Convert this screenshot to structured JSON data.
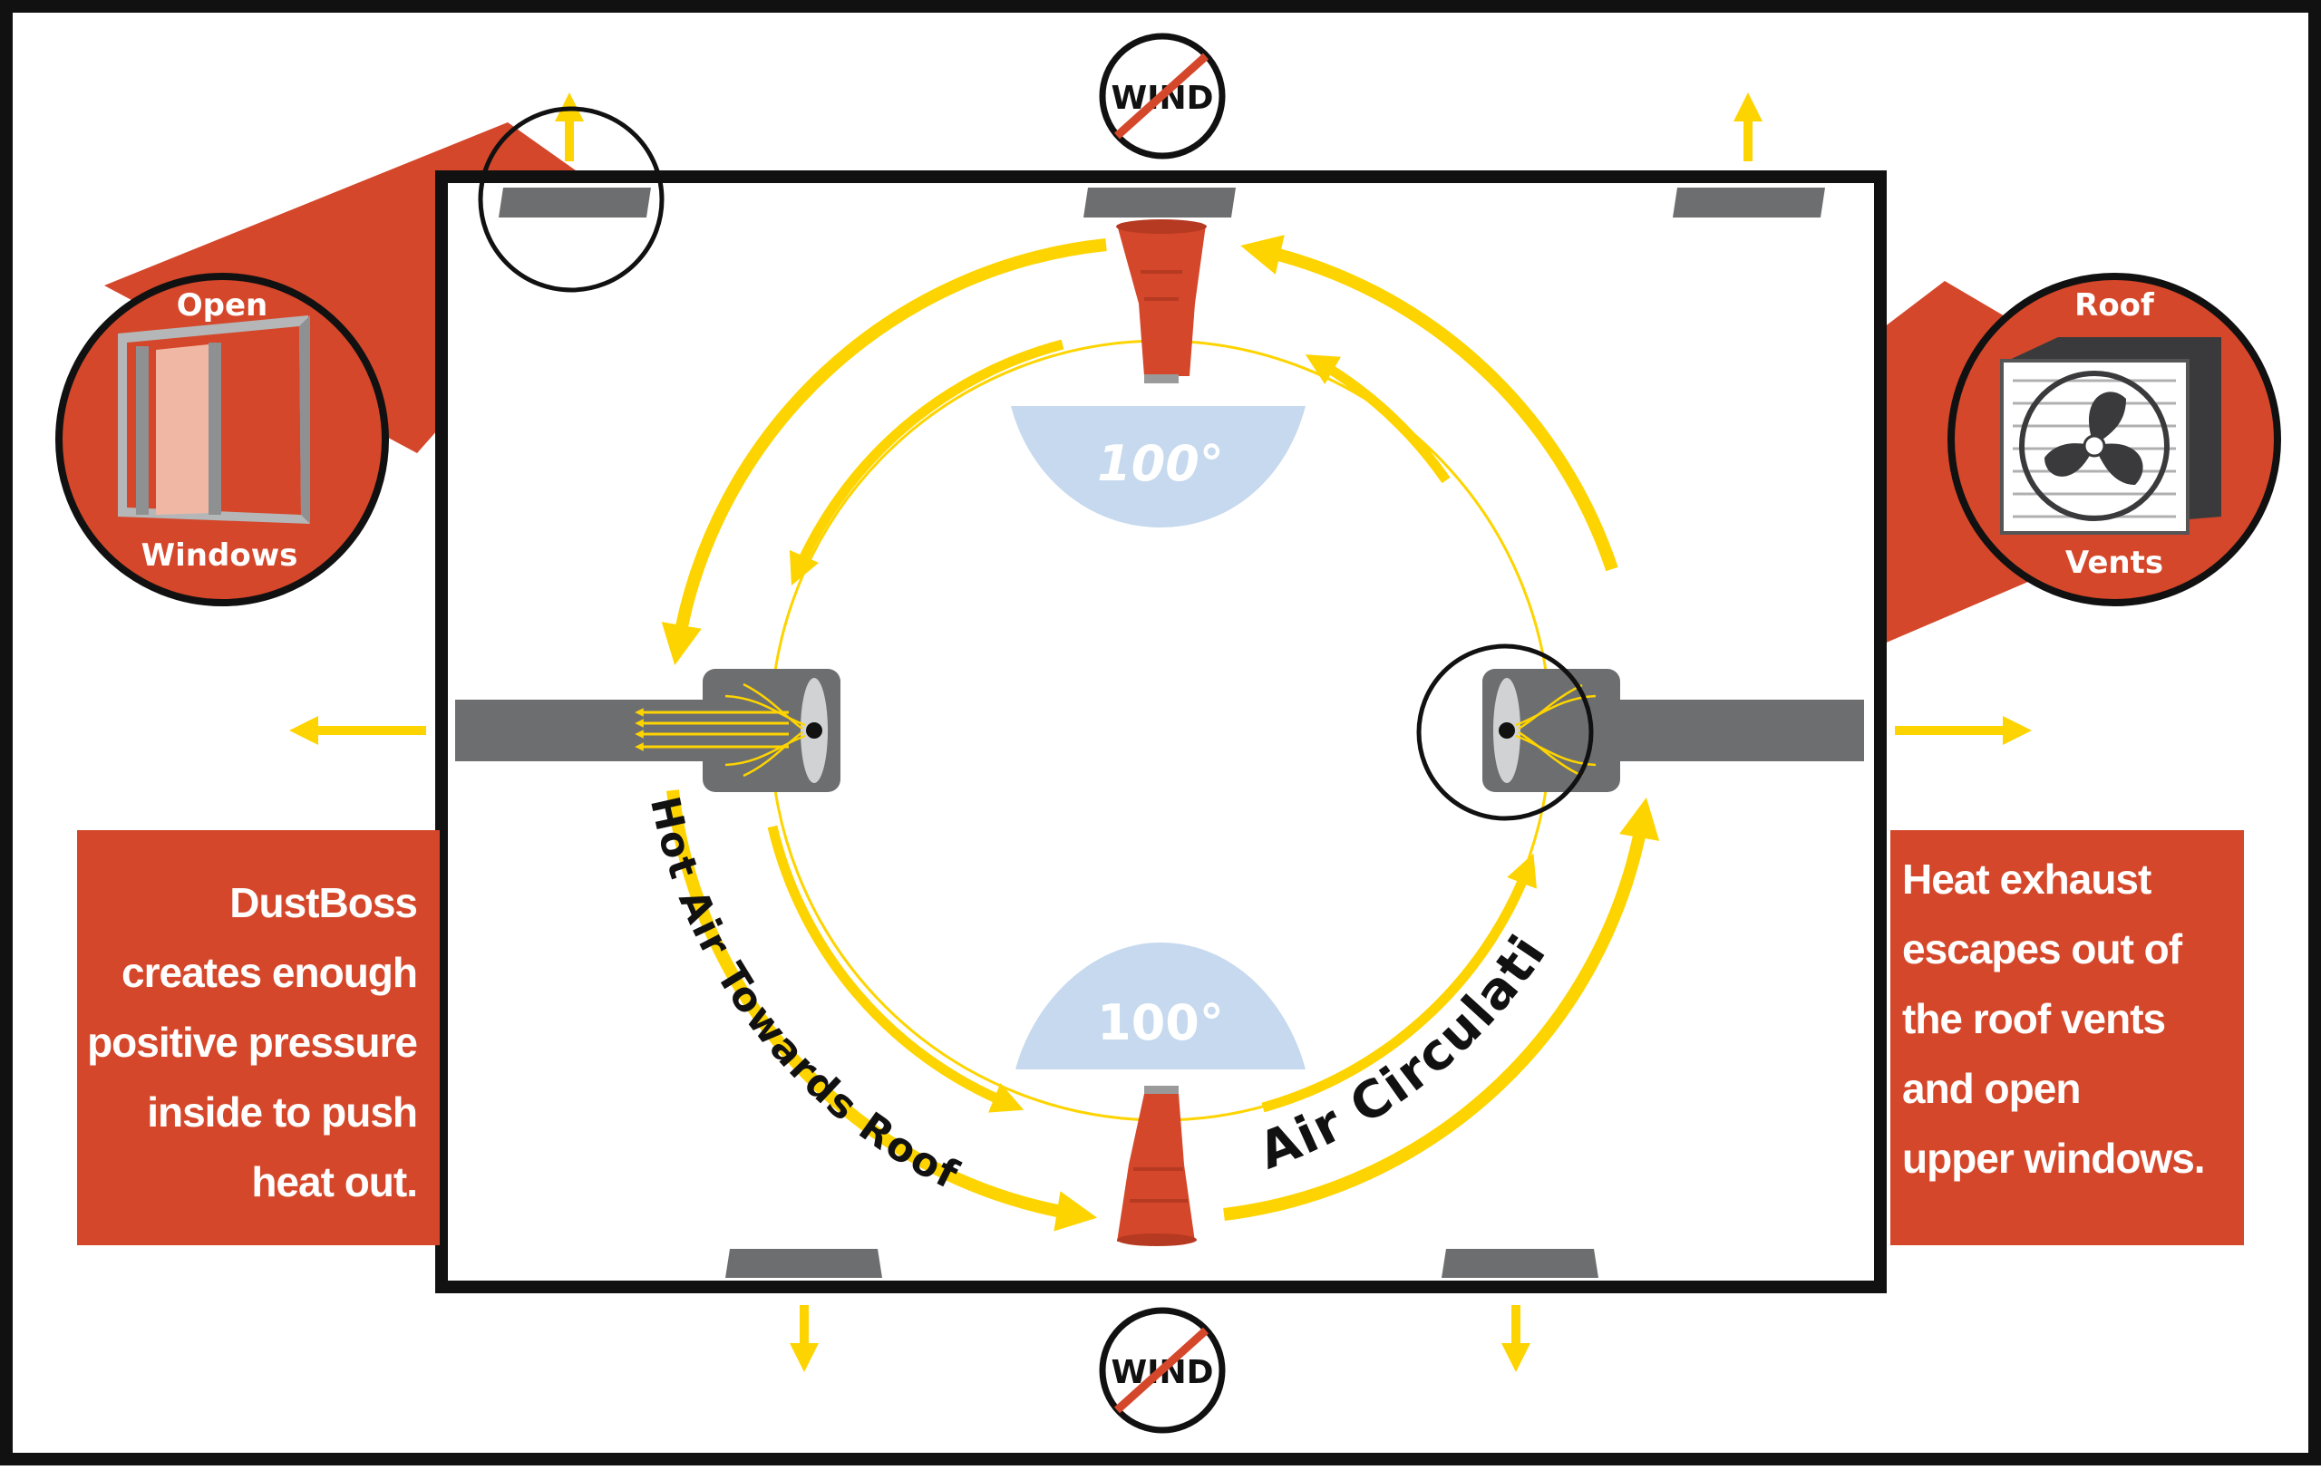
{
  "wind_badges": [
    {
      "label": "WIND"
    },
    {
      "label": "WIND"
    }
  ],
  "temperatures": [
    {
      "label": "100°"
    },
    {
      "label": "100°"
    }
  ],
  "flow_labels": {
    "hot_air": "Hot Air Towards Roof",
    "circulation": "Air Circulation"
  },
  "callout_windows": {
    "top": "Open",
    "bottom": "Windows"
  },
  "callout_vents": {
    "top": "Roof",
    "bottom": "Vents"
  },
  "left_box": {
    "lines": [
      "DustBoss",
      "creates enough",
      "positive pressure",
      "inside to push",
      "heat out."
    ]
  },
  "right_box": {
    "lines": [
      "Heat exhaust",
      "escapes out of",
      "the roof vents",
      "and open",
      "upper windows."
    ]
  },
  "colors": {
    "orange": "#d4472a",
    "yellow": "#fdd400",
    "gray": "#6d6e70",
    "light_blue": "#c6d9ee",
    "black": "#111111"
  }
}
